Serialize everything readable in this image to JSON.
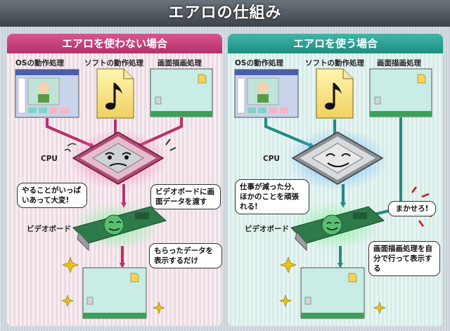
{
  "title": "エアロの仕組み",
  "left_panel": {
    "header": "エアロを使わない場合",
    "sources": {
      "os": "OSの動作処理",
      "soft": "ソフトの動作処理",
      "screen": "画面描画処理"
    },
    "cpu_label": "CPU",
    "video_label": "ビデオボード",
    "note_cpu": "やることがいっぱいあって大変!",
    "note_send": "ビデオボードに画面データを渡す",
    "note_show": "もらったデータを表示するだけ"
  },
  "right_panel": {
    "header": "エアロを使う場合",
    "sources": {
      "os": "OSの動作処理",
      "soft": "ソフトの動作処理",
      "screen": "画面描画処理"
    },
    "cpu_label": "CPU",
    "video_label": "ビデオボード",
    "note_cpu": "仕事が減った分、ほかのことを頑張れる!",
    "note_video": "まかせろ!",
    "note_draw": "画面描画処理を自分で行って表示する"
  },
  "colors": {
    "left_accent": "#b2326a",
    "right_accent": "#1f8d80",
    "arrow_left": "#b8306b",
    "arrow_right": "#238a80"
  },
  "icons": [
    "os-window-icon",
    "music-note-icon",
    "desktop-screen-icon",
    "cpu-chip-icon",
    "video-board-icon",
    "sparkle-icon"
  ]
}
